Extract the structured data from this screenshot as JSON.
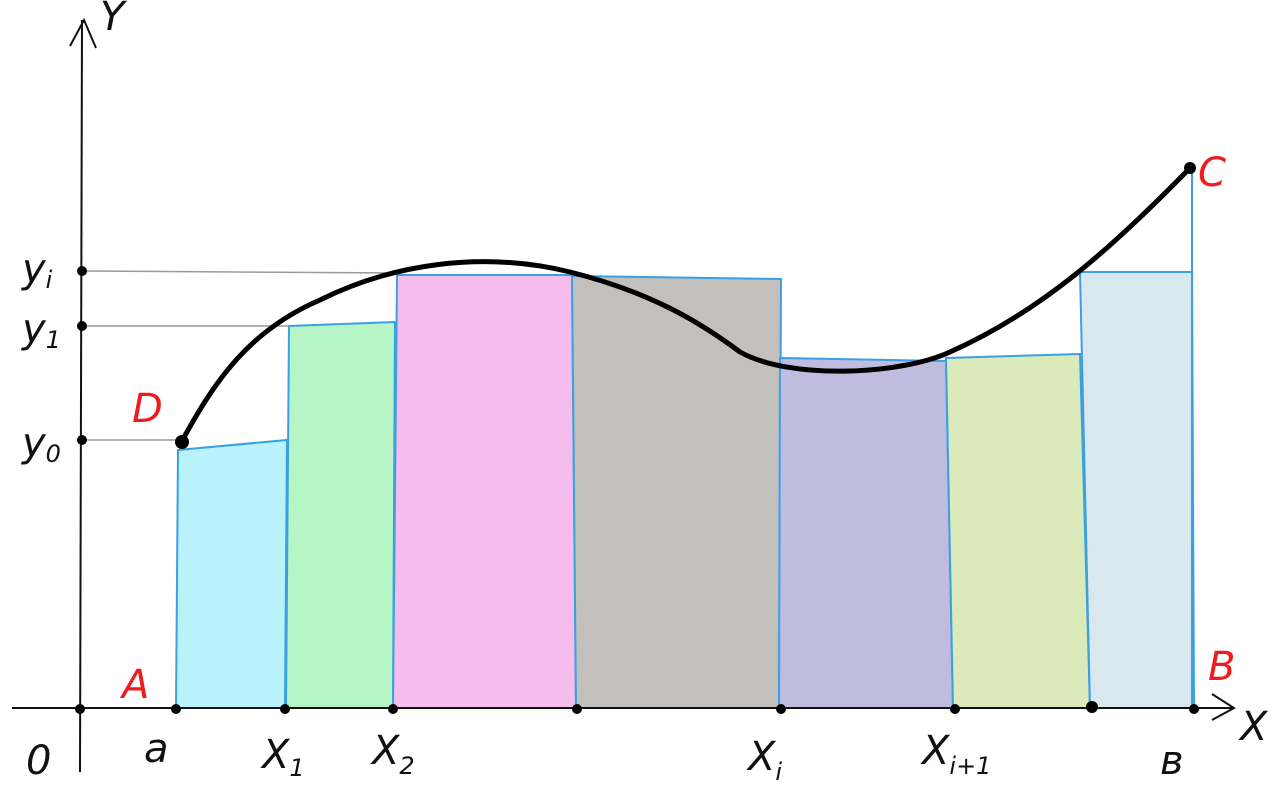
{
  "axes": {
    "x_label": "X",
    "y_label": "Y",
    "origin_label": "0"
  },
  "y_ticks": [
    {
      "main": "y",
      "sub": "i"
    },
    {
      "main": "y",
      "sub": "1"
    },
    {
      "main": "y",
      "sub": "0"
    }
  ],
  "x_ticks": [
    {
      "main": "a",
      "sub": ""
    },
    {
      "main": "X",
      "sub": "1"
    },
    {
      "main": "X",
      "sub": "2"
    },
    {
      "main": "X",
      "sub": "i"
    },
    {
      "main": "X",
      "sub": "i+1"
    },
    {
      "main": "в",
      "sub": ""
    }
  ],
  "points": {
    "A": "A",
    "B": "B",
    "C": "C",
    "D": "D"
  },
  "colors": {
    "curve": "#000000",
    "rect_edge": "#3aa0e0",
    "guide": "#9a9a9a",
    "point_labels": "#ee1c1c",
    "rect_fills": [
      "#b9f2fb",
      "#b5f5c6",
      "#f5bdee",
      "#c2bfbd",
      "#c0bce0",
      "#dbeabb",
      "#d9e7ee"
    ]
  }
}
